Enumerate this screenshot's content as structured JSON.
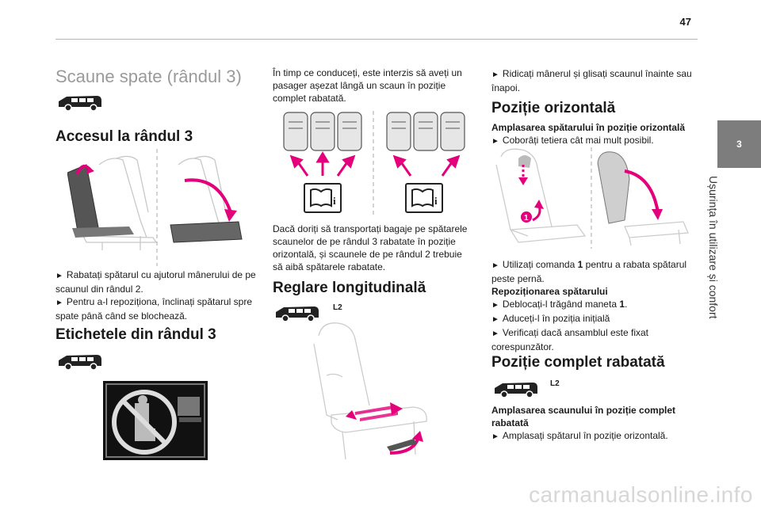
{
  "page_number": "47",
  "side_tab": {
    "number": "3",
    "title": "Ușurința în utilizare și confort"
  },
  "col1": {
    "title": "Scaune spate (rândul 3)",
    "access_heading": "Accesul la rândul 3",
    "access_steps": [
      "Rabatați spătarul cu ajutorul mânerului de pe scaunul din rândul 2.",
      "Pentru a-l repoziționa, înclinați spătarul spre spate până când se blochează."
    ],
    "labels_heading": "Etichetele din rândul 3"
  },
  "col2": {
    "intro": "În timp ce conduceți, este interzis să aveți un pasager așezat lângă un scaun în poziție complet rabatată.",
    "para2": "Dacă doriți să transportați bagaje pe spătarele scaunelor de pe rândul 3 rabatate în poziție orizontală, și scaunele de pe rândul 2 trebuie să aibă spătarele rabatate.",
    "long_heading": "Reglare longitudinală",
    "long_badge": "L2"
  },
  "col3": {
    "step_raise": "Ridicați mânerul și glisați scaunul înainte sau înapoi.",
    "horiz_heading": "Poziție orizontală",
    "horiz_subheading": "Amplasarea spătarului în poziție orizontală",
    "horiz_step": "Coborâți tetiera cât mai mult posibil.",
    "control_pre": "Utilizați comanda ",
    "control_num": "1",
    "control_post": " pentru a rabata spătarul peste pernă.",
    "repos_heading": "Repoziționarea spătarului",
    "repos_step1_pre": "Deblocați-l trăgând maneta ",
    "repos_step1_num": "1",
    "repos_step1_post": ".",
    "repos_step2": "Aduceți-l în poziția inițială",
    "repos_step3": "Verificați dacă ansamblul este fixat corespunzător.",
    "fold_heading": "Poziție complet rabatată",
    "fold_badge": "L2",
    "fold_subheading": "Amplasarea scaunului în poziție complet rabatată",
    "fold_step": "Amplasați spătarul în poziție orizontală.",
    "callout_number": "1"
  },
  "arrow_glyph": "►",
  "watermark": "carmanualsonline.info",
  "colors": {
    "accent_pink": "#e3007a",
    "tab_gray": "#7d7d7d",
    "heading_gray": "#9a9a9a"
  }
}
